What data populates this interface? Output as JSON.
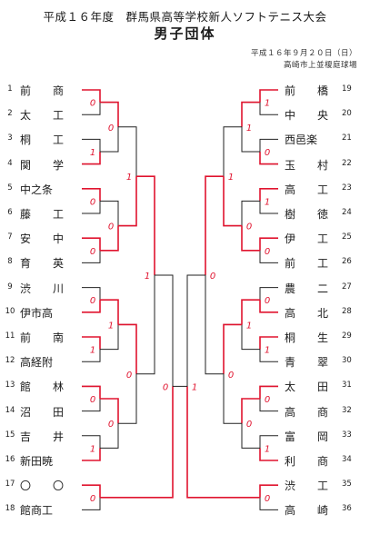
{
  "header": {
    "title": "平成１６年度　群馬県高等学校新人ソフトテニス大会",
    "subtitle": "男子団体",
    "date": "平成１６年９月２０日（日）",
    "venue": "高崎市上並榎庭球場"
  },
  "left_teams": [
    {
      "num": "1",
      "name": "前　　商"
    },
    {
      "num": "2",
      "name": "太　　工"
    },
    {
      "num": "3",
      "name": "桐　　工"
    },
    {
      "num": "4",
      "name": "関　　学"
    },
    {
      "num": "5",
      "name": "中之条"
    },
    {
      "num": "6",
      "name": "藤　　工"
    },
    {
      "num": "7",
      "name": "安　　中"
    },
    {
      "num": "8",
      "name": "育　　英"
    },
    {
      "num": "9",
      "name": "渋　　川"
    },
    {
      "num": "10",
      "name": "伊市高"
    },
    {
      "num": "11",
      "name": "前　　南"
    },
    {
      "num": "12",
      "name": "高経附"
    },
    {
      "num": "13",
      "name": "館　　林"
    },
    {
      "num": "14",
      "name": "沼　　田"
    },
    {
      "num": "15",
      "name": "吉　　井"
    },
    {
      "num": "16",
      "name": "新田暁"
    },
    {
      "num": "17",
      "name": "〇　　〇"
    },
    {
      "num": "18",
      "name": "館商工"
    }
  ],
  "right_teams": [
    {
      "num": "19",
      "name": "前　　橋"
    },
    {
      "num": "20",
      "name": "中　　央"
    },
    {
      "num": "21",
      "name": "西邑楽"
    },
    {
      "num": "22",
      "name": "玉　　村"
    },
    {
      "num": "23",
      "name": "高　　工"
    },
    {
      "num": "24",
      "name": "樹　　徳"
    },
    {
      "num": "25",
      "name": "伊　　工"
    },
    {
      "num": "26",
      "name": "前　　工"
    },
    {
      "num": "27",
      "name": "農　　二"
    },
    {
      "num": "28",
      "name": "高　　北"
    },
    {
      "num": "29",
      "name": "桐　　生"
    },
    {
      "num": "30",
      "name": "青　　翠"
    },
    {
      "num": "31",
      "name": "太　　田"
    },
    {
      "num": "32",
      "name": "高　　商"
    },
    {
      "num": "33",
      "name": "富　　岡"
    },
    {
      "num": "34",
      "name": "利　　商"
    },
    {
      "num": "35",
      "name": "渋　　工"
    },
    {
      "num": "36",
      "name": "高　　崎"
    }
  ],
  "colors": {
    "line": "#222222",
    "marker": "#e0142f"
  },
  "marks_left": [
    "0",
    "1",
    "0",
    "0",
    "0",
    "1",
    "0",
    "1",
    "0",
    "0",
    "0",
    "1",
    "0",
    "1",
    "0",
    "1",
    "0",
    "1",
    "1"
  ],
  "marks_right": [
    "1",
    "0",
    "1",
    "0",
    "0",
    "1",
    "0",
    "1",
    "0",
    "1",
    "0",
    "1",
    "0",
    "1",
    "0",
    "0",
    "1",
    "1"
  ]
}
